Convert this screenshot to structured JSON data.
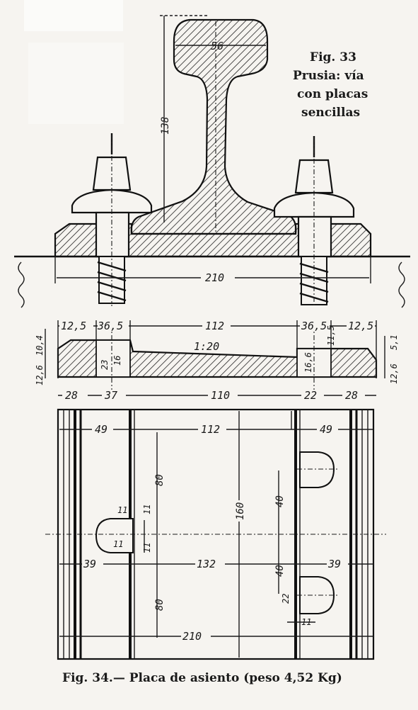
{
  "fig33": {
    "title": "Fig. 33",
    "caption_line1": "Prusia: vía",
    "caption_line2": "con placas",
    "caption_line3": "sencillas",
    "dim_rail_head": "56",
    "dim_rail_height": "138",
    "dim_base_width": "210"
  },
  "profile": {
    "top_dims": [
      "12,5",
      "36,5",
      "112",
      "36,5",
      "12,5"
    ],
    "bottom_dims": [
      "28",
      "37",
      "110",
      "22",
      "28"
    ],
    "slope": "1:20",
    "left_dims": [
      "10,4",
      "12,6"
    ],
    "right_dims": [
      "5,1",
      "12,6"
    ],
    "hole_dims_left": [
      "23",
      "16"
    ],
    "hole_dims_right": [
      "16,6",
      "11,5"
    ]
  },
  "plan": {
    "dim_49_left": "49",
    "dim_112": "112",
    "dim_49_right": "49",
    "dim_80_top": "80",
    "dim_80_bottom": "80",
    "dim_160": "160",
    "dim_40_top": "40",
    "dim_40_bottom": "40",
    "dim_11_a": "11",
    "dim_11_b": "11",
    "dim_11_c": "11",
    "dim_11_d": "11",
    "dim_11_e": "11",
    "dim_39_left": "39",
    "dim_132": "132",
    "dim_39_right": "39",
    "dim_22": "22",
    "dim_210": "210"
  },
  "fig34": {
    "caption": "Fig. 34.— Placa de asiento (peso 4,52 Kg)"
  }
}
